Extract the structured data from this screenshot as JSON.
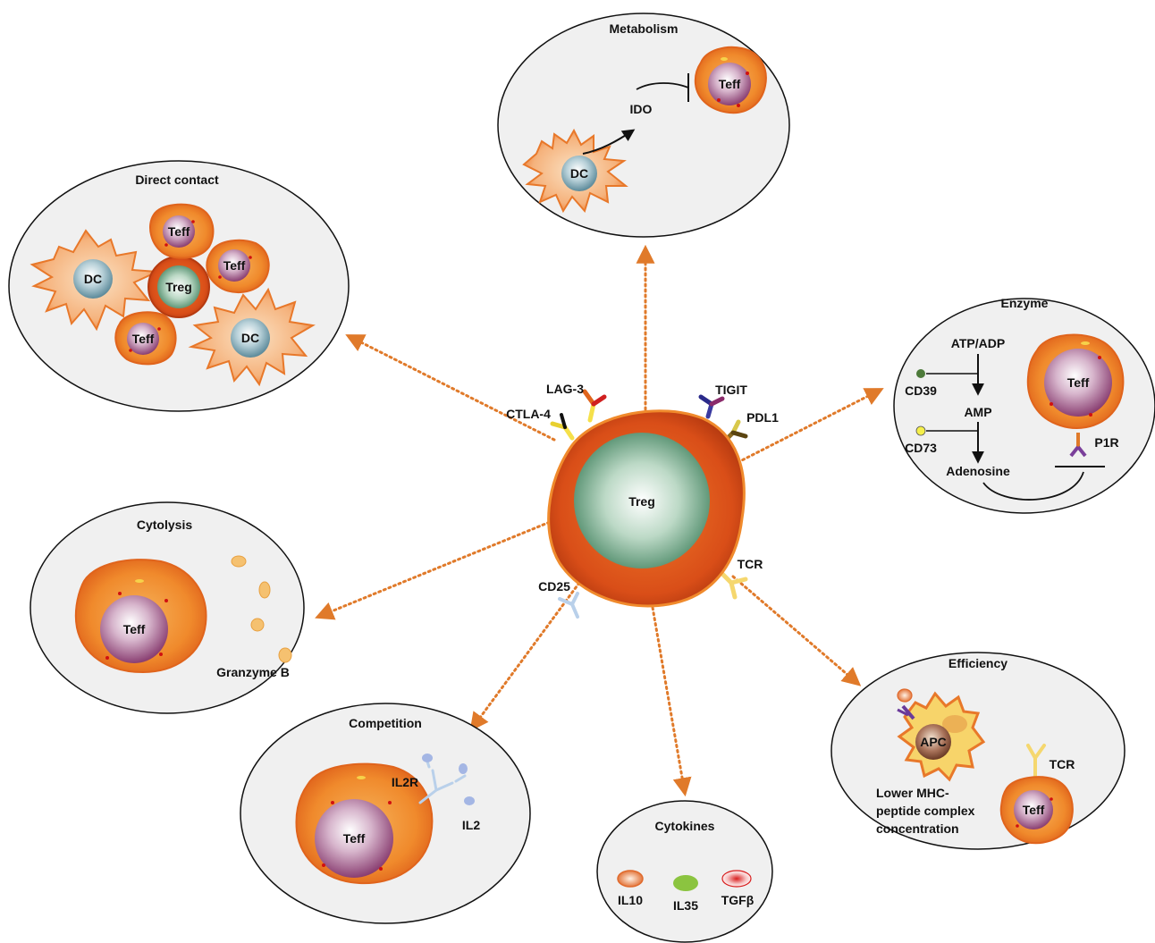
{
  "center": {
    "label": "Treg",
    "receptors": {
      "lag3": "LAG-3",
      "ctla4": "CTLA-4",
      "tigit": "TIGIT",
      "pdl1": "PDL1",
      "cd25": "CD25",
      "tcr": "TCR"
    }
  },
  "panels": {
    "metabolism": {
      "title": "Metabolism",
      "ido": "IDO",
      "dc": "DC",
      "teff": "Teff"
    },
    "direct_contact": {
      "title": "Direct contact",
      "dc": "DC",
      "teff": "Teff",
      "treg": "Treg"
    },
    "enzyme": {
      "title": "Enzyme",
      "atp_adp": "ATP/ADP",
      "cd39": "CD39",
      "amp": "AMP",
      "cd73": "CD73",
      "adenosine": "Adenosine",
      "teff": "Teff",
      "p1r": "P1R"
    },
    "cytolysis": {
      "title": "Cytolysis",
      "teff": "Teff",
      "granzyme": "Granzyme B"
    },
    "competition": {
      "title": "Competition",
      "teff": "Teff",
      "il2r": "IL2R",
      "il2": "IL2"
    },
    "cytokines": {
      "title": "Cytokines",
      "il10": "IL10",
      "il35": "IL35",
      "tgfb": "TGFβ"
    },
    "efficiency": {
      "title": "Efficiency",
      "apc": "APC",
      "teff": "Teff",
      "tcr": "TCR",
      "note_line1": "Lower MHC-",
      "note_line2": "peptide complex",
      "note_line3": "concentration"
    }
  },
  "colors": {
    "panel_fill": "#f0f0f0",
    "arrow": "#e07a2a",
    "cell_orange": "#f08a2c",
    "nucleus_purple": "#9a4f7f",
    "treg_nucleus": "#5d9a7a",
    "dc_nucleus": "#6a9aaa"
  }
}
